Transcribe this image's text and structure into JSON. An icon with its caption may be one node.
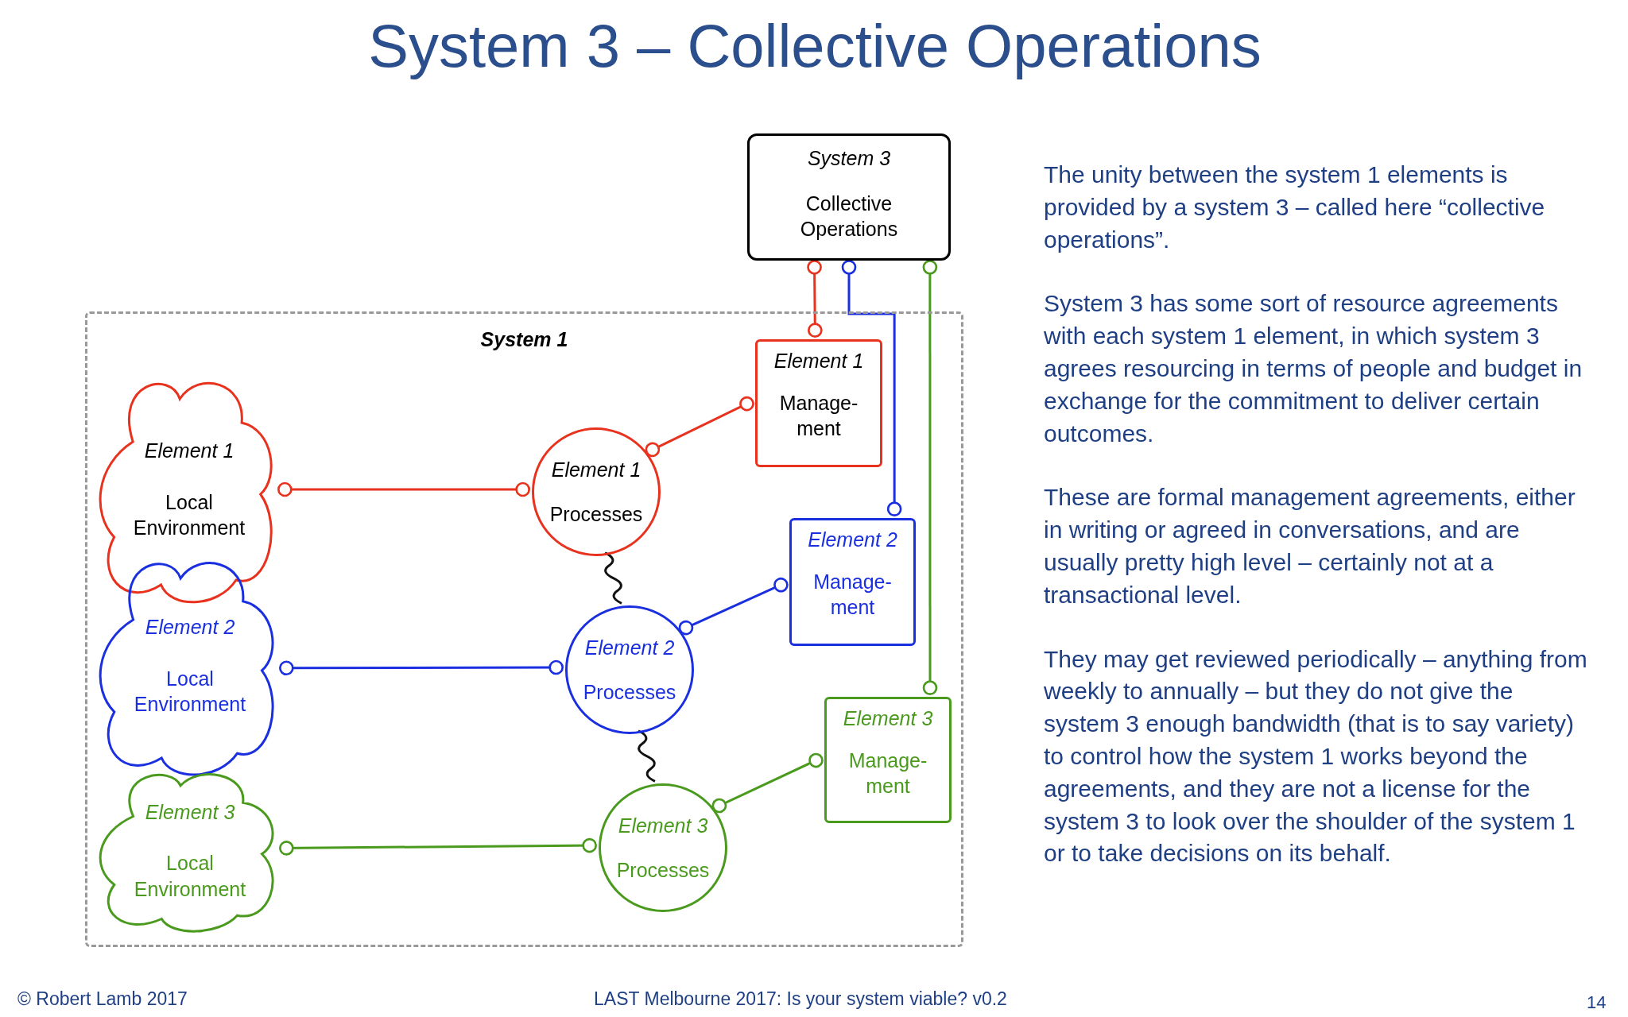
{
  "diagram": {
    "title": "System 3 – Collective Operations",
    "nodes": [
      {
        "text": [
          "System 3",
          "Collective Operations"
        ]
      },
      {
        "text": [
          "System 1"
        ]
      },
      {
        "text": [
          "Element 1",
          "Local Environment"
        ],
        "in": 1
      },
      {
        "text": [
          "Element 2",
          "Local Environment"
        ],
        "in": 1
      },
      {
        "text": [
          "Element 3",
          "Local Environment"
        ],
        "in": 1
      },
      {
        "text": [
          "Element 1",
          "Processes"
        ],
        "in": 1
      },
      {
        "text": [
          "Element 2",
          "Processes"
        ],
        "in": 1
      },
      {
        "text": [
          "Element 3",
          "Processes"
        ],
        "in": 1
      },
      {
        "text": [
          "Element 1",
          "Manage- ment"
        ],
        "in": 1
      },
      {
        "text": [
          "Element 2",
          "Manage- ment"
        ],
        "in": 1
      },
      {
        "text": [
          "Element 3",
          "Manage- ment"
        ],
        "in": 1
      }
    ],
    "edges": [
      {
        "from": 2,
        "to": 5,
        "arrow": "other",
        "color": "#e8321e"
      },
      {
        "from": 5,
        "to": 8,
        "arrow": "other",
        "color": "#e8321e"
      },
      {
        "from": 3,
        "to": 6,
        "arrow": "other",
        "color": "#1a2fe0"
      },
      {
        "from": 6,
        "to": 9,
        "arrow": "other",
        "color": "#1a2fe0"
      },
      {
        "from": 4,
        "to": 7,
        "arrow": "other",
        "color": "#4a9a1e"
      },
      {
        "from": 7,
        "to": 10,
        "arrow": "other",
        "color": "#4a9a1e"
      },
      {
        "from": 0,
        "to": 8,
        "arrow": "other",
        "color": "#e8321e"
      },
      {
        "from": 0,
        "to": 9,
        "arrow": "other",
        "color": "#1a2fe0"
      },
      {
        "from": 0,
        "to": 10,
        "arrow": "other",
        "color": "#4a9a1e"
      },
      {
        "from": 5,
        "to": 6,
        "arrow": "none",
        "color": "#111111"
      },
      {
        "from": 6,
        "to": 7,
        "arrow": "none",
        "color": "#111111"
      }
    ],
    "labels": [
      "The unity between the system 1 elements is provided by a system 3 – called here “collective operations”.",
      "System 3 has some sort of resource agreements with each system 1 element, in which system 3 agrees resourcing in terms of people and budget in exchange for the commitment to deliver certain outcomes.",
      "These are formal management agreements, either in writing or agreed in conversations, and are usually pretty high level – certainly not at a transactional level.",
      "They may get reviewed periodically – anything from weekly to annually – but they do not give the system 3 enough bandwidth (that is to say variety) to control how the system 1 works beyond the agreements, and they are not a license for the system 3 to look over the shoulder of the system 1 or to take decisions on its behalf.",
      "© Robert Lamb 2017",
      "LAST Melbourne 2017: Is your system viable? v0.2",
      "14"
    ]
  }
}
